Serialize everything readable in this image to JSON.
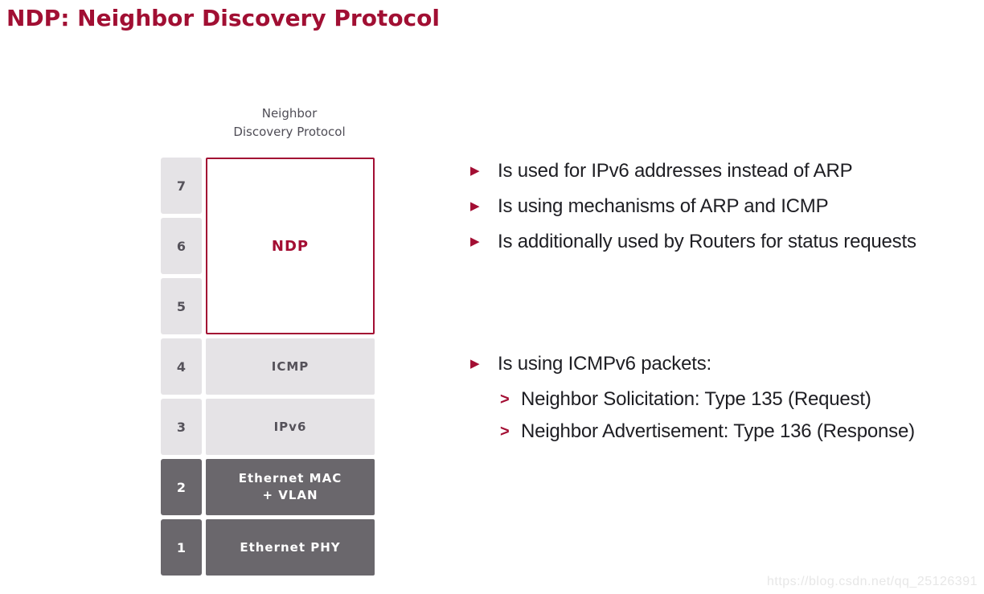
{
  "title": "NDP: Neighbor Discovery Protocol",
  "stack": {
    "caption_line1": "Neighbor",
    "caption_line2": "Discovery Protocol",
    "ndp_box_label": "NDP",
    "layer_numbers": [
      "7",
      "6",
      "5",
      "4",
      "3",
      "2",
      "1"
    ],
    "layers": {
      "icmp": "ICMP",
      "ipv6": "IPv6",
      "mac_line1": "Ethernet MAC",
      "mac_line2": "+ VLAN",
      "phy": "Ethernet PHY"
    }
  },
  "bullets": {
    "marker": "▶",
    "sub_marker": ">",
    "top": [
      "Is used for IPv6 addresses instead of ARP",
      "Is using mechanisms of ARP and ICMP",
      "Is additionally used by Routers for status requests"
    ],
    "icmpv6_heading": "Is using ICMPv6 packets:",
    "icmpv6_sub": [
      "Neighbor Solicitation: Type 135 (Request)",
      "Neighbor Advertisement: Type 136 (Response)"
    ]
  },
  "watermark": "https://blog.csdn.net/qq_25126391",
  "colors": {
    "accent": "#A30E33",
    "title_text": "#A10F33",
    "light_layer_bg": "#E5E3E6",
    "dark_layer_bg": "#6A676C",
    "layer_text": "#55525A",
    "caption_text": "#4F4D56",
    "body_text": "#1E1E23",
    "watermark_text": "#E7E7E7"
  }
}
